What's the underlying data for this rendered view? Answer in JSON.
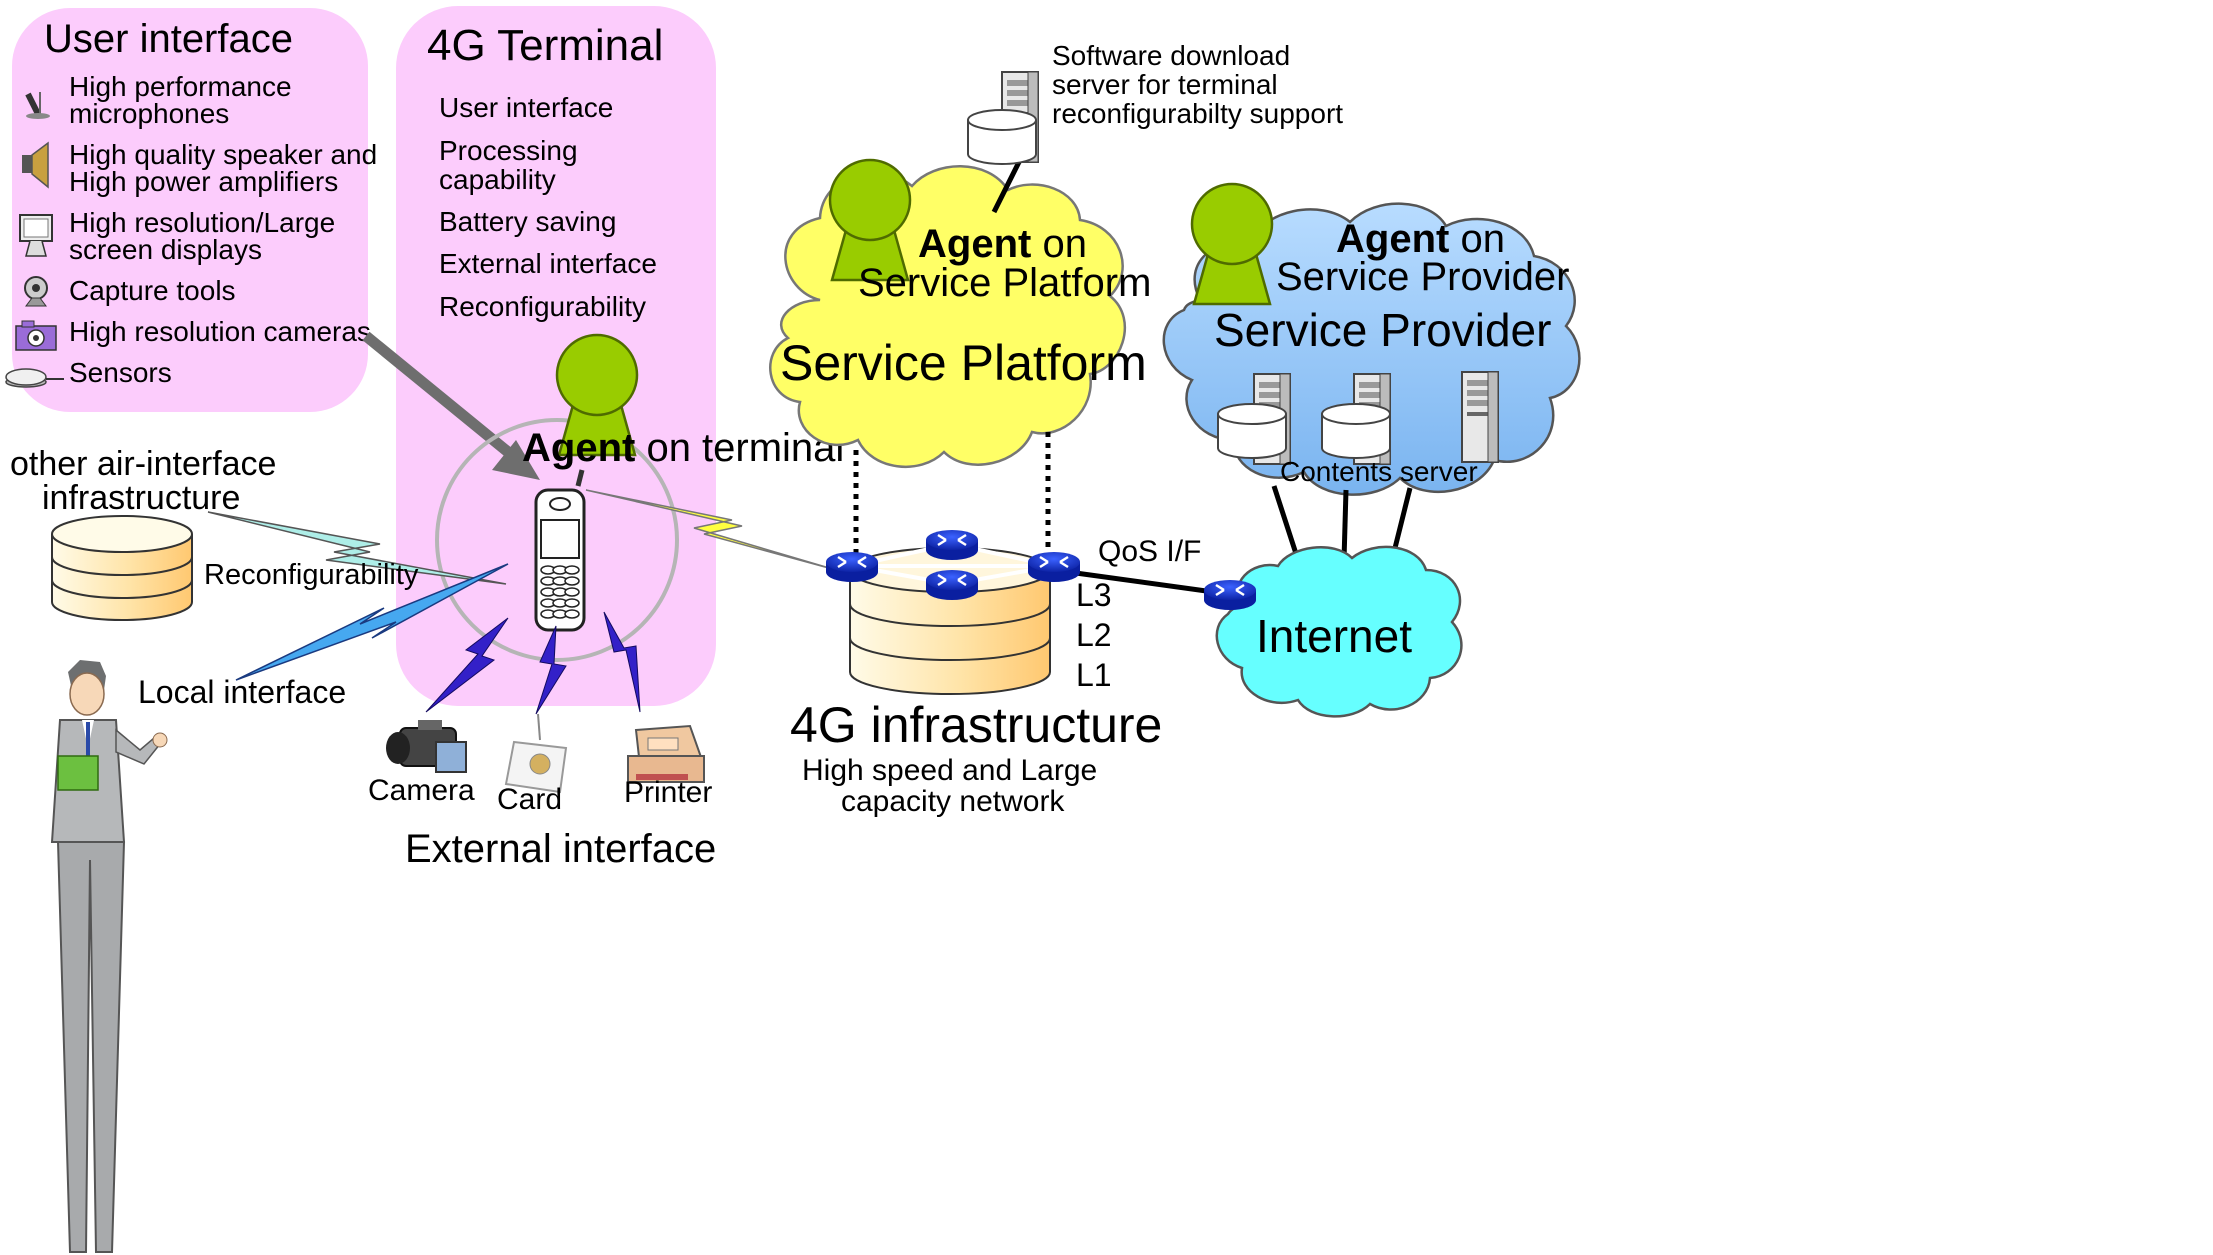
{
  "user_interface_box": {
    "title": "User interface",
    "items": [
      {
        "icon": "microphone-icon",
        "lines": [
          "High performance",
          "microphones"
        ]
      },
      {
        "icon": "speaker-icon",
        "lines": [
          "High quality speaker and",
          "High power amplifiers"
        ]
      },
      {
        "icon": "monitor-icon",
        "lines": [
          "High resolution/Large",
          "screen displays"
        ]
      },
      {
        "icon": "webcam-icon",
        "lines": [
          "Capture tools"
        ]
      },
      {
        "icon": "camera-icon",
        "lines": [
          "High resolution cameras"
        ]
      },
      {
        "icon": "sensor-icon",
        "lines": [
          "Sensors"
        ]
      }
    ]
  },
  "terminal_box": {
    "title": "4G Terminal",
    "items": [
      "User interface",
      "Processing",
      "capability",
      "Battery saving",
      "External interface",
      "Reconfigurability"
    ]
  },
  "agents": {
    "terminal": {
      "bold": "Agent",
      "rest": " on terminal"
    },
    "platform": {
      "bold": "Agent",
      "rest": " on",
      "line2": "Service Platform"
    },
    "provider": {
      "bold": "Agent",
      "rest": " on",
      "line2": "Service Provider"
    }
  },
  "clouds": {
    "service_platform": "Service Platform",
    "service_provider": "Service Provider",
    "contents_server": "Contents server",
    "internet": "Internet"
  },
  "download_server": {
    "lines": [
      "Software download",
      "server for terminal",
      "reconfigurabilty support"
    ]
  },
  "air_interface": {
    "lines": [
      "other air-interface",
      "infrastructure"
    ],
    "reconfig": "Reconfigurability",
    "local": "Local interface"
  },
  "infrastructure": {
    "title": "4G infrastructure",
    "sub": [
      "High speed and Large",
      "capacity network"
    ],
    "qos": "QoS I/F",
    "layers": [
      "L3",
      "L2",
      "L1"
    ]
  },
  "external": {
    "devices": [
      "Camera",
      "Card",
      "Printer"
    ],
    "label": "External interface"
  },
  "colors": {
    "pink": "#fcccfc",
    "agent_green": "#99cc00",
    "cloud_yellow": "#ffff66",
    "cloud_blue": "#99ccff",
    "cloud_cyan": "#66ffff",
    "router_blue": "#1133cc",
    "cylinder_orange": "#ffcc80"
  }
}
